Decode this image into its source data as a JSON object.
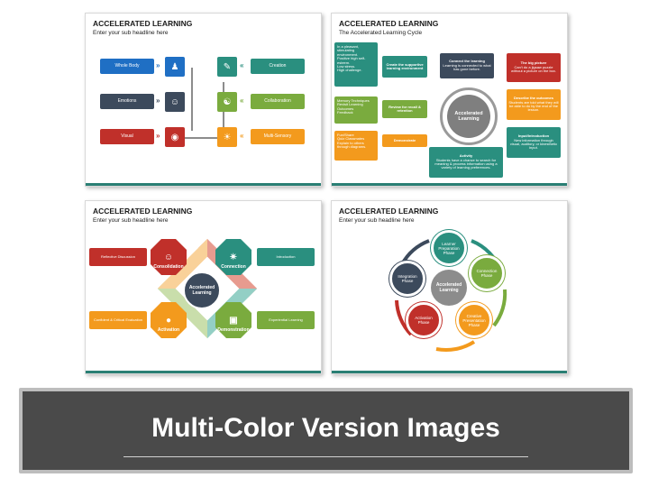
{
  "slide1": {
    "title": "ACCELERATED LEARNING",
    "subtitle": "Enter your sub headline here",
    "left_items": [
      {
        "label": "Whole Body",
        "icon": "person-icon",
        "color": "#1f6fc4"
      },
      {
        "label": "Emotions",
        "icon": "emotions-icon",
        "color": "#3c4a5c"
      },
      {
        "label": "Visual",
        "icon": "eye-icon",
        "color": "#c0302a"
      }
    ],
    "right_items": [
      {
        "label": "Creation",
        "icon": "pencil-icon",
        "color": "#2a8f7f"
      },
      {
        "label": "Collaboration",
        "icon": "handshake-icon",
        "color": "#7aab3e"
      },
      {
        "label": "Multi-Sensory",
        "icon": "senses-icon",
        "color": "#f39a1d"
      }
    ]
  },
  "slide2": {
    "title": "ACCELERATED LEARNING",
    "subtitle": "The Accelerated Learning Cycle",
    "center": "Accelerated Learning",
    "list1": [
      "In a pleasant, stimulating environment.",
      "Positive high self-esteem.",
      "Low stress.",
      "High challenge."
    ],
    "list2": [
      "Memory Techniques",
      "Revisit Learning Outcomes",
      "Feedback"
    ],
    "list3": [
      "Fun/Share",
      "Quiz Classmates",
      "Explain to others through diagrams."
    ],
    "create_box": "Create the supportive learning environment",
    "review_box": "Review for recall & retention",
    "demonstrate_box": "Demonstrate",
    "connect_title": "Connect the learning",
    "connect_text": "Learning is connected to what has gone before.",
    "activity_title": "Activity",
    "activity_text": "Students have a chance to search for meaning & process information using a variety of learning preferences.",
    "bigpic_title": "The big picture",
    "bigpic_text": "Can't do a jigsaw puzzle without a picture on the box.",
    "describe_title": "Describe the outcomes",
    "describe_text": "Students are told what they will be able to do by the end of the lesson.",
    "input_title": "Input/Introduction",
    "input_text": "New information through visual, auditory, or kinesthetic input."
  },
  "slide3": {
    "title": "ACCELERATED LEARNING",
    "subtitle": "Enter your sub headline here",
    "center": "Accelerated Learning",
    "octagons": [
      {
        "label": "Consolidation",
        "color": "#c0302a"
      },
      {
        "label": "Connection",
        "color": "#2a8f7f"
      },
      {
        "label": "Activation",
        "color": "#f39a1d"
      },
      {
        "label": "Demonstration",
        "color": "#7aab3e"
      }
    ],
    "boxes": [
      {
        "label": "Reflective Discussion",
        "color": "#c0302a"
      },
      {
        "label": "Introduction",
        "color": "#2a8f7f"
      },
      {
        "label": "Confident & Critical Evaluation",
        "color": "#f39a1d"
      },
      {
        "label": "Experiential Learning",
        "color": "#7aab3e"
      }
    ]
  },
  "slide4": {
    "title": "ACCELERATED LEARNING",
    "subtitle": "Enter your sub headline here",
    "center": "Accelerated Learning",
    "phases": [
      {
        "label": "Learner Preparation Phase",
        "color": "#2a8f7f"
      },
      {
        "label": "Connection Phase",
        "color": "#7aab3e"
      },
      {
        "label": "Creative Presentation Phase",
        "color": "#f39a1d"
      },
      {
        "label": "Activation Phase",
        "color": "#c0302a"
      },
      {
        "label": "Integration Phase",
        "color": "#3c4a5c"
      }
    ]
  },
  "banner": {
    "text": "Multi-Color Version Images"
  },
  "colors": {
    "teal": "#2a8f7f",
    "green": "#7aab3e",
    "orange": "#f39a1d",
    "red": "#c0302a",
    "navy": "#3c4a5c",
    "blue": "#1f6fc4",
    "gray": "#8c8c8c"
  }
}
